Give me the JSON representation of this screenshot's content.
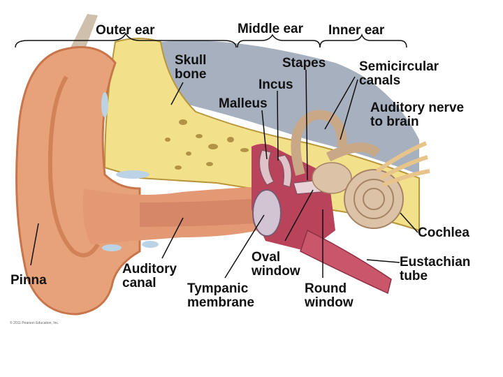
{
  "sections": {
    "outer": "Outer ear",
    "middle": "Middle ear",
    "inner": "Inner ear"
  },
  "labels": {
    "skull_bone": "Skull\nbone",
    "stapes": "Stapes",
    "semicircular_canals": "Semicircular\ncanals",
    "incus": "Incus",
    "malleus": "Malleus",
    "auditory_nerve": "Auditory nerve\nto brain",
    "cochlea": "Cochlea",
    "oval_window": "Oval\nwindow",
    "eustachian_tube": "Eustachian\ntube",
    "pinna": "Pinna",
    "auditory_canal": "Auditory\ncanal",
    "tympanic_membrane": "Tympanic\nmembrane",
    "round_window": "Round\nwindow"
  },
  "copyright": "© 2011 Pearson Education, Inc.",
  "colors": {
    "skin": "#e8a27a",
    "skin_dark": "#c8754c",
    "bone": "#f3e08a",
    "bone_dark": "#b8963a",
    "canal": "#b8435a",
    "inner_ear": "#dcc2a6",
    "brain": "#9aa6b8"
  }
}
